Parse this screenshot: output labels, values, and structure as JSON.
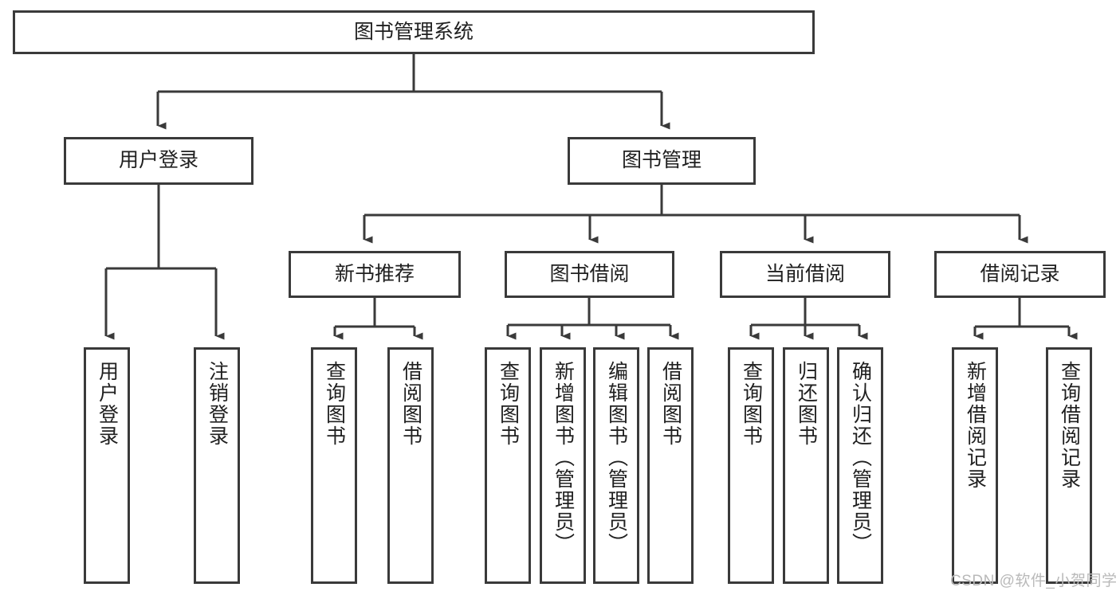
{
  "diagram": {
    "title": "图书管理系统",
    "type": "function-structure-tree",
    "watermark": "CSDN @软件_小贺同学",
    "colors": {
      "stroke": "#3a3a3a",
      "fill": "#ffffff",
      "text": "#202020",
      "watermark": "#b9b9b9"
    },
    "root": {
      "label": "图书管理系统"
    },
    "level2": [
      {
        "label": "用户登录"
      },
      {
        "label": "图书管理"
      }
    ],
    "level3": [
      {
        "label": "新书推荐"
      },
      {
        "label": "图书借阅"
      },
      {
        "label": "当前借阅"
      },
      {
        "label": "借阅记录"
      }
    ],
    "leaves": {
      "user_login": [
        {
          "label": "用户登录"
        },
        {
          "label": "注销登录"
        }
      ],
      "new_book": [
        {
          "label": "查询图书"
        },
        {
          "label": "借阅图书"
        }
      ],
      "book_borrow": [
        {
          "label": "查询图书"
        },
        {
          "label": "新增图书（管理员）"
        },
        {
          "label": "编辑图书（管理员）"
        },
        {
          "label": "借阅图书"
        }
      ],
      "current_borrow": [
        {
          "label": "查询图书"
        },
        {
          "label": "归还图书"
        },
        {
          "label": "确认归还（管理员）"
        }
      ],
      "borrow_record": [
        {
          "label": "新增借阅记录"
        },
        {
          "label": "查询借阅记录"
        }
      ]
    }
  }
}
